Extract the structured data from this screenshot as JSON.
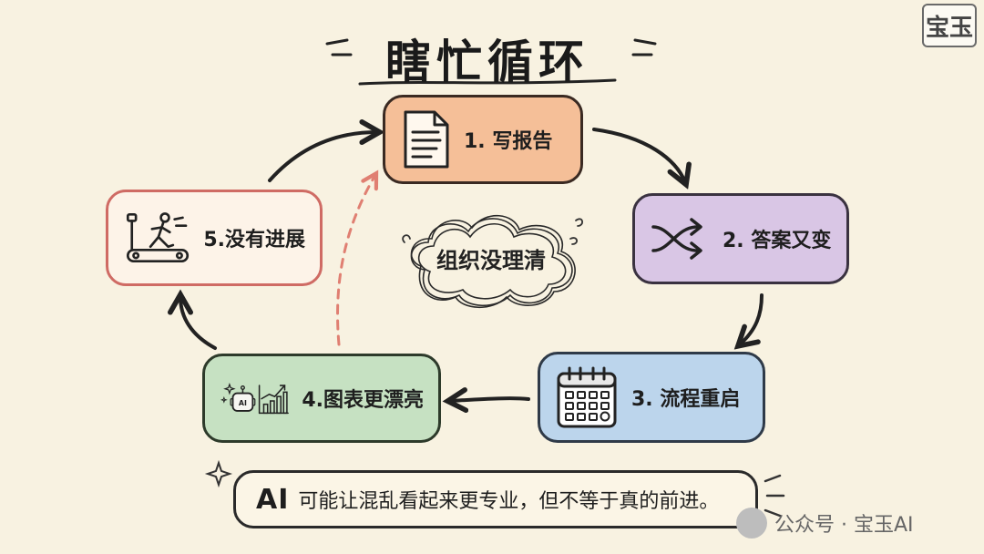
{
  "title": "瞎忙循环",
  "cycle": {
    "step1": {
      "label": "1. 写报告",
      "icon": "document-icon",
      "color": "#f5bf98"
    },
    "step2": {
      "label": "2. 答案又变",
      "icon": "shuffle-icon",
      "color": "#d9c6e5"
    },
    "step3": {
      "label": "3. 流程重启",
      "icon": "calendar-icon",
      "color": "#bcd5ec"
    },
    "step4": {
      "label": "4.图表更漂亮",
      "icon": "ai-robot-chart-icon",
      "color": "#c6e1c2"
    },
    "step5": {
      "label": "5.没有进展",
      "icon": "treadmill-runner-icon",
      "color": "#fdf3e8"
    }
  },
  "center": {
    "label": "组织没理清"
  },
  "note": {
    "ai": "AI",
    "text": "可能让混乱看起来更专业，但不等于真的前进。"
  },
  "watermark": {
    "text": "公众号 · 宝玉AI",
    "badge": "宝玉"
  },
  "colors": {
    "background": "#f8f2e1",
    "outline": "#2a2a2a",
    "dashed_arrow": "#e07f72"
  }
}
